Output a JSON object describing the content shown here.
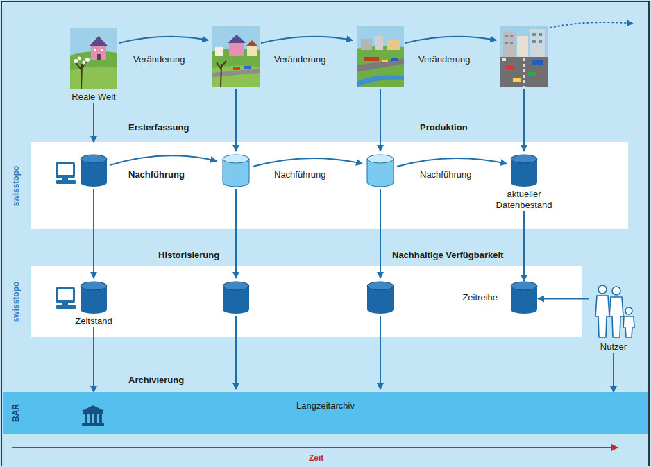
{
  "diagram": {
    "nodes": [
      {
        "text": [
          "Reale Welt"
        ]
      },
      {
        "text": [
          "swisstopo"
        ]
      },
      {
        "text": [
          "aktueller Datenbestand"
        ],
        "in": 1
      },
      {
        "text": [
          "swisstopo"
        ]
      },
      {
        "text": [
          "Zeitstand"
        ],
        "in": 3
      },
      {
        "text": [
          "Zeitreihe"
        ],
        "in": 3
      },
      {
        "text": [
          "Nutzer"
        ]
      },
      {
        "text": [
          "BAR",
          "Langzeitarchiv"
        ]
      }
    ],
    "edges": [
      {
        "from": 0,
        "to": 1,
        "arrow": "to"
      },
      {
        "from": 2,
        "to": 5,
        "arrow": "to"
      },
      {
        "from": 6,
        "to": 5,
        "arrow": "to"
      },
      {
        "from": 4,
        "to": 7,
        "arrow": "to"
      },
      {
        "from": 6,
        "to": 7,
        "arrow": "to"
      }
    ],
    "labels": [
      "Veränderung",
      "Veränderung",
      "Veränderung",
      "Ersterfassung",
      "Produktion",
      "Nachführung",
      "Nachführung",
      "Nachführung",
      "Historisierung",
      "Nachhaltige Verfügbarkeit",
      "Archivierung",
      "Zeit"
    ]
  }
}
